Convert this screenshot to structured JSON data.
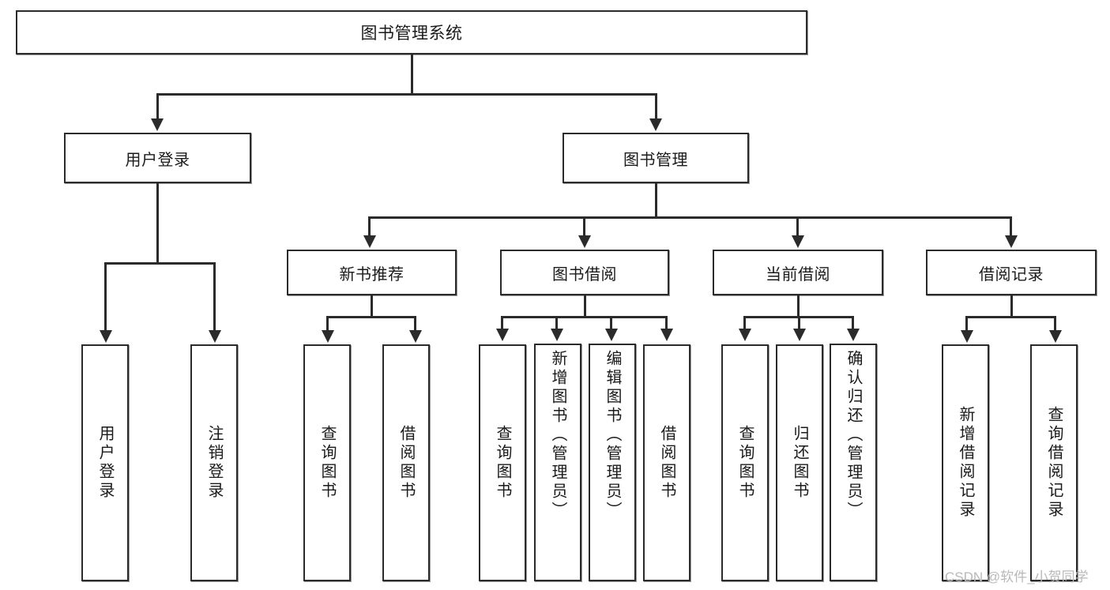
{
  "diagram": {
    "type": "tree",
    "title": "图书管理系统",
    "root": {
      "id": "root",
      "label": "图书管理系统"
    },
    "level1": [
      {
        "id": "user-login",
        "label": "用户登录"
      },
      {
        "id": "book-manage",
        "label": "图书管理"
      }
    ],
    "level2": [
      {
        "id": "new-book-recommend",
        "label": "新书推荐",
        "parent": "book-manage"
      },
      {
        "id": "book-borrow",
        "label": "图书借阅",
        "parent": "book-manage"
      },
      {
        "id": "current-borrow",
        "label": "当前借阅",
        "parent": "book-manage"
      },
      {
        "id": "borrow-record",
        "label": "借阅记录",
        "parent": "book-manage"
      }
    ],
    "leaves": {
      "user_login": [
        {
          "id": "leaf-user-login",
          "label": "用户登录"
        },
        {
          "id": "leaf-logout-login",
          "label": "注销登录"
        }
      ],
      "new_book_recommend": [
        {
          "id": "leaf-query-book-1",
          "label": "查询图书"
        },
        {
          "id": "leaf-borrow-book-1",
          "label": "借阅图书"
        }
      ],
      "book_borrow": [
        {
          "id": "leaf-query-book-2",
          "label": "查询图书"
        },
        {
          "id": "leaf-add-book",
          "label": "新增图书（管理员）"
        },
        {
          "id": "leaf-edit-book",
          "label": "编辑图书（管理员）"
        },
        {
          "id": "leaf-borrow-book-2",
          "label": "借阅图书"
        }
      ],
      "current_borrow": [
        {
          "id": "leaf-query-book-3",
          "label": "查询图书"
        },
        {
          "id": "leaf-return-book",
          "label": "归还图书"
        },
        {
          "id": "leaf-confirm-return",
          "label": "确认归还（管理员）"
        }
      ],
      "borrow_record": [
        {
          "id": "leaf-add-record",
          "label": "新增借阅记录"
        },
        {
          "id": "leaf-query-record",
          "label": "查询借阅记录"
        }
      ]
    }
  },
  "watermark": {
    "text": "CSDN @软件_小贺同学"
  },
  "colors": {
    "stroke": "#2b2b2b",
    "fill": "#ffffff",
    "text": "#1a1a1a",
    "watermark": "#b9b9b9"
  }
}
